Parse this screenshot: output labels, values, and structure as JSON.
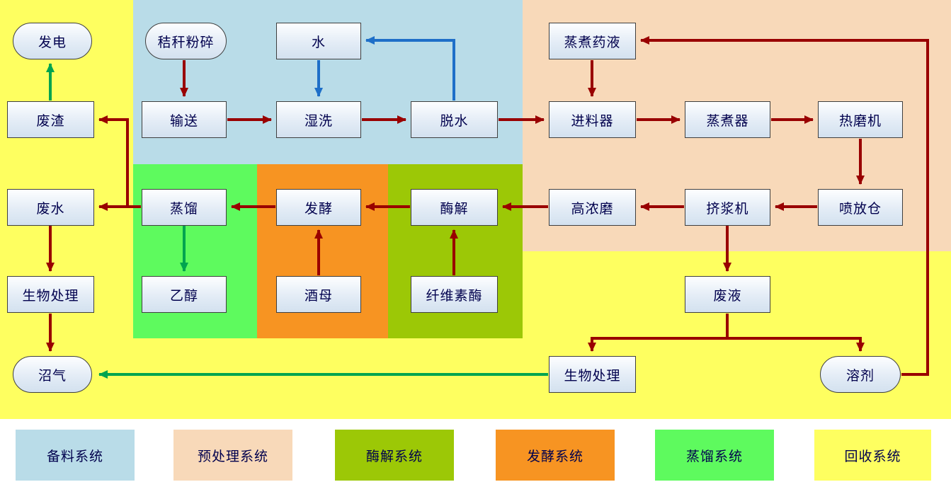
{
  "diagram": {
    "nodes": {
      "power": "发电",
      "straw_crushing": "秸秆粉碎",
      "water": "水",
      "cooking_liquor": "蒸煮药液",
      "waste_residue": "废渣",
      "conveying": "输送",
      "wet_washing": "湿洗",
      "dewatering": "脱水",
      "feeder": "进料器",
      "cooker": "蒸煮器",
      "hot_mill": "热磨机",
      "waste_water": "废水",
      "distillation": "蒸馏",
      "fermentation": "发酵",
      "enzymolysis": "酶解",
      "high_consistency_mill": "高浓磨",
      "screw_press": "挤浆机",
      "blow_tank": "喷放仓",
      "bio_treatment_left": "生物处理",
      "ethanol": "乙醇",
      "yeast": "酒母",
      "cellulase": "纤维素酶",
      "waste_liquid": "废液",
      "biogas": "沼气",
      "bio_treatment_bottom": "生物处理",
      "solvent": "溶剂"
    },
    "legend": [
      {
        "label": "备料系统",
        "color": "#b9dce8"
      },
      {
        "label": "预处理系统",
        "color": "#f8d9b9"
      },
      {
        "label": "酶解系统",
        "color": "#9cc806"
      },
      {
        "label": "发酵系统",
        "color": "#f79422"
      },
      {
        "label": "蒸馏系统",
        "color": "#5efa5e"
      },
      {
        "label": "回收系统",
        "color": "#feff60"
      }
    ],
    "arrow_colors": {
      "material": "#990000",
      "water": "#1e6fc8",
      "recovery": "#00a44f"
    }
  }
}
